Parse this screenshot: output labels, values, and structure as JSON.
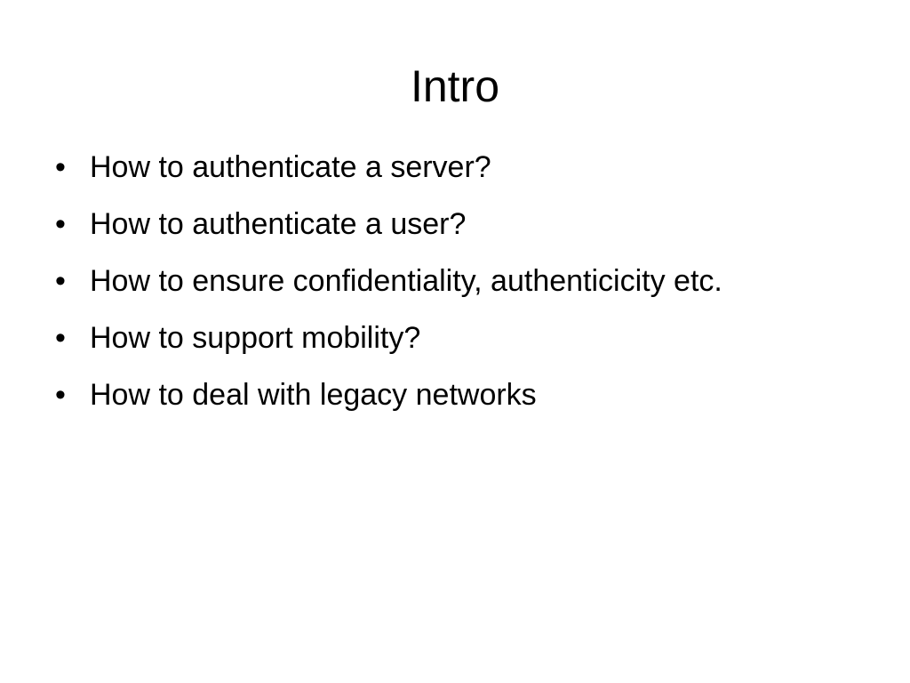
{
  "slide": {
    "title": "Intro",
    "bullet_glyph": "•",
    "bullets": [
      "How to authenticate a server?",
      "How to authenticate a user?",
      "How to ensure confidentiality, authenticicity etc.",
      "How to support mobility?",
      "How to deal with legacy networks"
    ]
  }
}
